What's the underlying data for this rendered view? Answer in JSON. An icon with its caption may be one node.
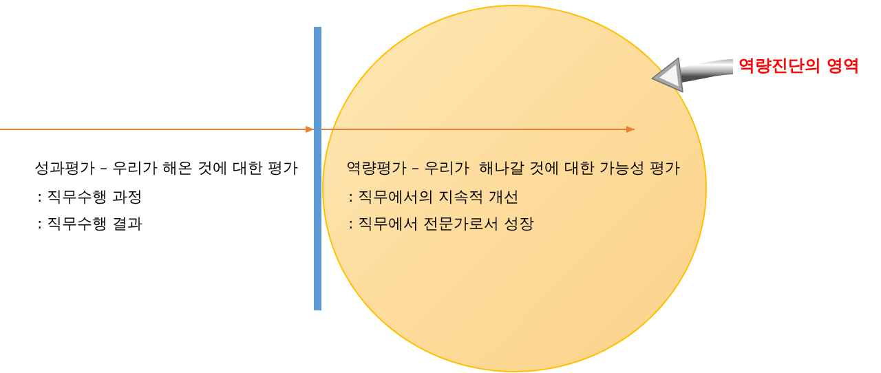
{
  "diagram": {
    "nodes": [
      {
        "text": [],
        "shape": "bar"
      },
      {
        "text": [
          "역량평가 – 우리가  해나갈 것에 대한 가능성 평가",
          ": 직무에서의 지속적 개선",
          ": 직무에서 전문가로서 성장"
        ]
      },
      {
        "text": [
          "역량진단의 영역"
        ]
      }
    ],
    "edges": [
      {
        "from": null,
        "to": 0,
        "arrow": "to"
      },
      {
        "from": 0,
        "to": 1,
        "arrow": "to"
      },
      {
        "from": 2,
        "to": 1,
        "arrow": "to",
        "style": "thick",
        "color": "#a6a6a6"
      }
    ],
    "labels": [
      "성과평가 – 우리가 해온 것에 대한 평가",
      ": 직무수행 과정",
      ": 직무수행 결과"
    ]
  }
}
